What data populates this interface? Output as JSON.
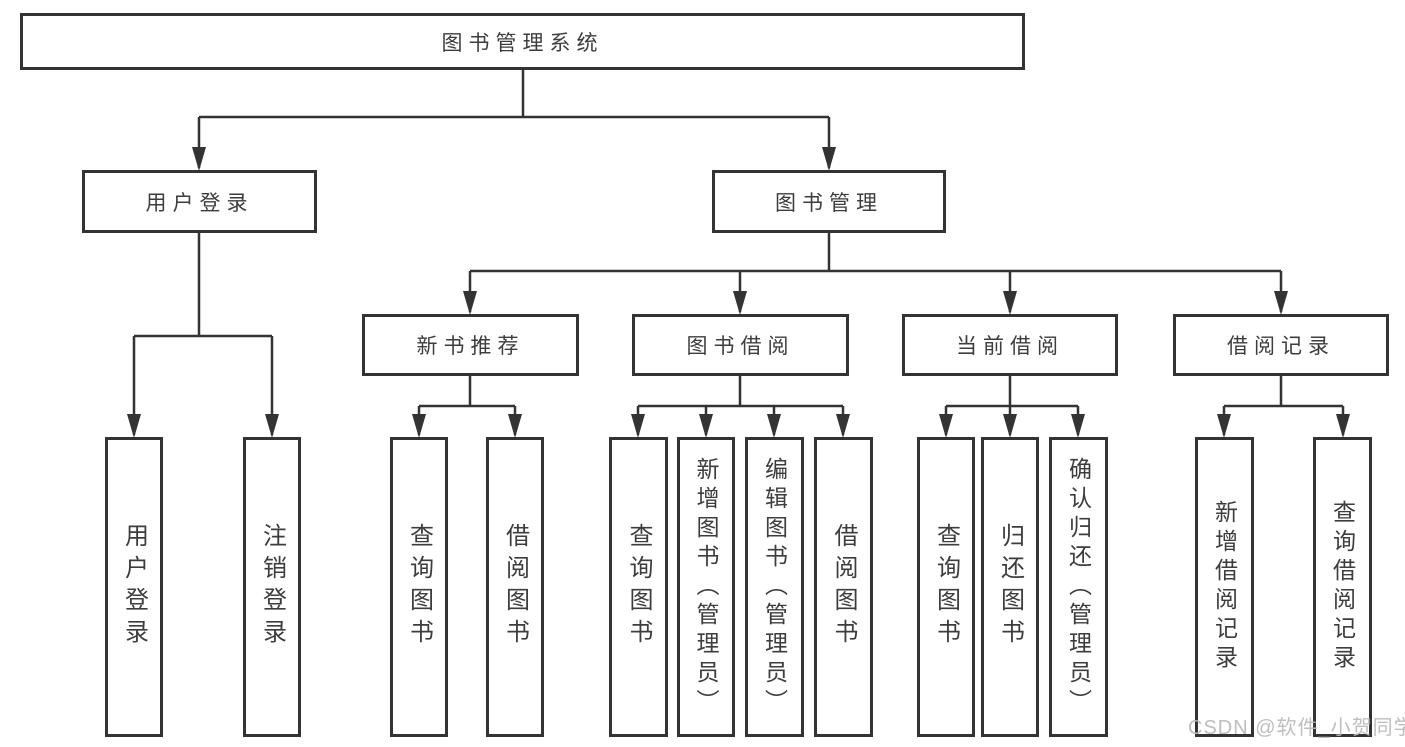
{
  "diagram": {
    "root": {
      "label": "图书管理系统"
    },
    "level2": [
      {
        "label": "用户登录"
      },
      {
        "label": "图书管理"
      }
    ],
    "level3": [
      {
        "label": "新书推荐",
        "parent": "图书管理"
      },
      {
        "label": "图书借阅",
        "parent": "图书管理"
      },
      {
        "label": "当前借阅",
        "parent": "图书管理"
      },
      {
        "label": "借阅记录",
        "parent": "图书管理"
      }
    ],
    "leaves": [
      {
        "label": "用户登录",
        "parent": "用户登录"
      },
      {
        "label": "注销登录",
        "parent": "用户登录"
      },
      {
        "label": "查询图书",
        "parent": "新书推荐"
      },
      {
        "label": "借阅图书",
        "parent": "新书推荐"
      },
      {
        "label": "查询图书",
        "parent": "图书借阅"
      },
      {
        "label": "新增图书（管理员）",
        "parent": "图书借阅"
      },
      {
        "label": "编辑图书（管理员）",
        "parent": "图书借阅"
      },
      {
        "label": "借阅图书",
        "parent": "图书借阅"
      },
      {
        "label": "查询图书",
        "parent": "当前借阅"
      },
      {
        "label": "归还图书",
        "parent": "当前借阅"
      },
      {
        "label": "确认归还（管理员）",
        "parent": "当前借阅"
      },
      {
        "label": "新增借阅记录",
        "parent": "借阅记录"
      },
      {
        "label": "查询借阅记录",
        "parent": "借阅记录"
      }
    ]
  },
  "watermark": {
    "text": "CSDN @软件_小贺同学"
  },
  "colors": {
    "line": "#333333",
    "box_border": "#333333",
    "text": "#3d3d3d",
    "background": "#ffffff",
    "watermark": "#b9b9b9"
  }
}
